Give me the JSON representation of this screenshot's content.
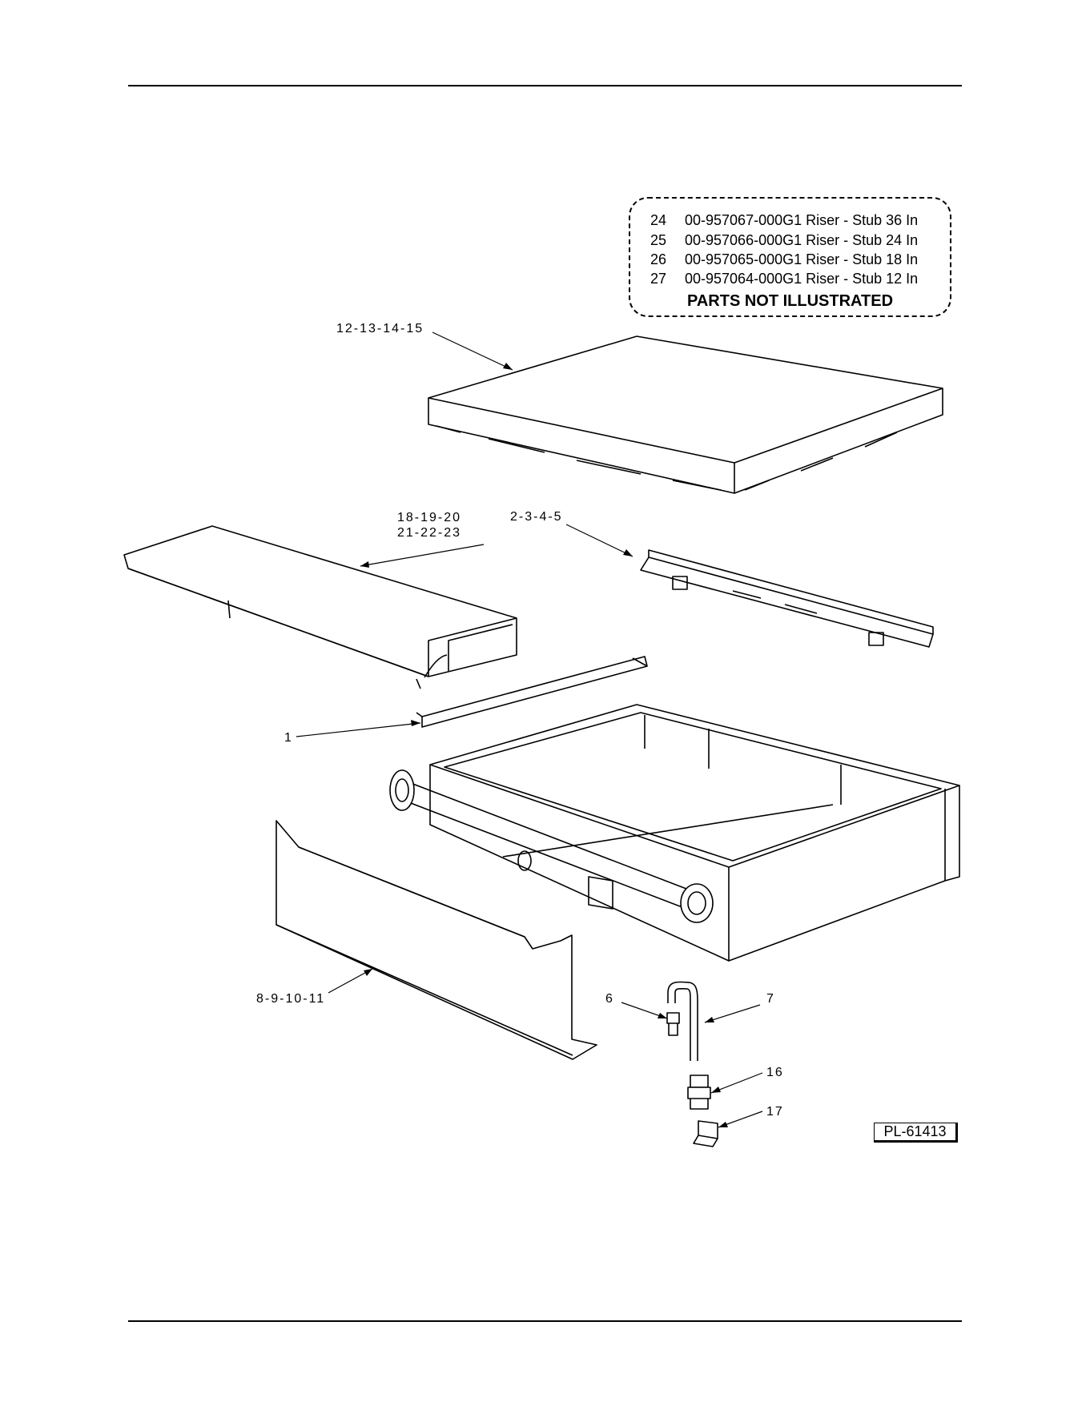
{
  "parts_not_illustrated": {
    "rows": [
      {
        "item": "24",
        "text": "00-957067-000G1 Riser - Stub 36 In"
      },
      {
        "item": "25",
        "text": "00-957066-000G1 Riser - Stub 24 In"
      },
      {
        "item": "26",
        "text": "00-957065-000G1 Riser - Stub 18 In"
      },
      {
        "item": "27",
        "text": "00-957064-000G1 Riser - Stub 12 In"
      }
    ],
    "footer": "PARTS NOT ILLUSTRATED"
  },
  "callouts": {
    "top_cover": "12-13-14-15",
    "front_cover_line1": "18-19-20",
    "front_cover_line2": "21-22-23",
    "rear_rail": "2-3-4-5",
    "front_rail": "1",
    "side_panel": "8-9-10-11",
    "fitting": "6",
    "tube": "7",
    "connector": "16",
    "bracket": "17"
  },
  "plate_id": "PL-61413"
}
